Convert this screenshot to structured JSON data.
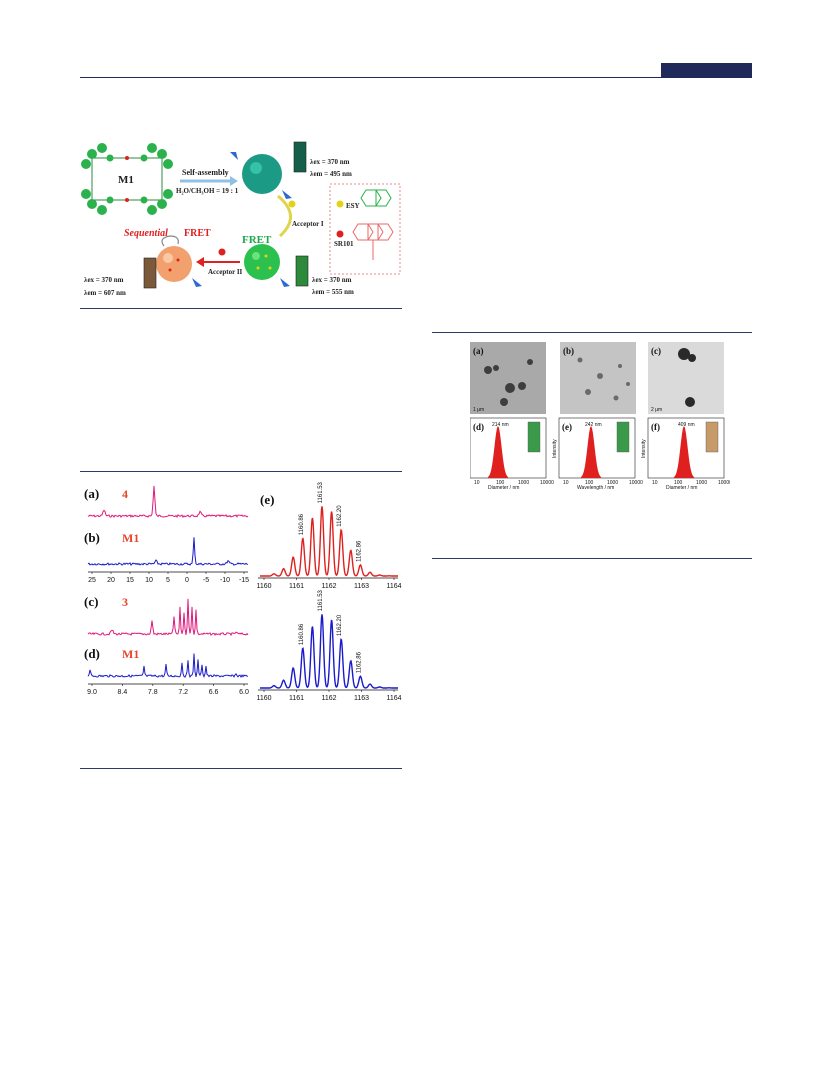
{
  "scheme": {
    "m1_label": "M1",
    "self_assembly": "Self-assembly",
    "solvent": "H₂O/CH₃OH = 19 : 1",
    "ex1": "λex = 370 nm",
    "em1": "λem = 495 nm",
    "acceptor1": "Acceptor I",
    "fret": "FRET",
    "acceptor2": "Acceptor II",
    "seq_word": "Sequential",
    "seq_fret": "FRET",
    "ex2": "λex = 370 nm",
    "em2": "λem = 555 nm",
    "ex3": "λex = 370 nm",
    "em3": "λem = 607 nm",
    "esy": "ESY",
    "sr101": "SR101",
    "colors": {
      "green": "#1fa84a",
      "red": "#e01f1f",
      "blue": "#2c6ad3",
      "yellow": "#e4d21a"
    }
  },
  "spectra": {
    "panel_a": {
      "label": "(a)",
      "name": "4",
      "color": "#e0187a"
    },
    "panel_b": {
      "label": "(b)",
      "name": "M1",
      "color": "#1a1acc"
    },
    "axis_top_ticks": [
      "25",
      "20",
      "15",
      "10",
      "5",
      "0",
      "-5",
      "-10",
      "-15"
    ],
    "panel_c": {
      "label": "(c)",
      "name": "3",
      "color": "#e0187a"
    },
    "panel_d": {
      "label": "(d)",
      "name": "M1",
      "color": "#1a1acc"
    },
    "axis_bottom_ticks": [
      "9.0",
      "8.4",
      "7.8",
      "7.2",
      "6.6",
      "6.0"
    ],
    "panel_e": {
      "label": "(e)"
    },
    "ms_ticks": [
      "1160",
      "1161",
      "1162",
      "1163",
      "1164"
    ],
    "ms_peaks_red": [
      "1160.86",
      "1161.53",
      "1162.20",
      "1162.86"
    ],
    "ms_peaks_blue": [
      "1160.86",
      "1161.53",
      "1162.20",
      "1162.86"
    ],
    "ms_red_color": "#e01f1f",
    "ms_blue_color": "#1a1acc"
  },
  "tem": {
    "panels": [
      "(a)",
      "(b)",
      "(c)"
    ],
    "scale_a": "1 μm",
    "scale_c": "2 μm",
    "dls": [
      {
        "label": "(d)",
        "peak": "214 nm",
        "xlabel": "Diameter / nm"
      },
      {
        "label": "(e)",
        "peak": "242 nm",
        "xlabel": "Wavelength / nm"
      },
      {
        "label": "(f)",
        "peak": "409 nm",
        "xlabel": "Diameter / nm"
      }
    ],
    "ylabel": "Intensity",
    "dls_ticks": [
      "10",
      "100",
      "1000",
      "10000"
    ]
  }
}
